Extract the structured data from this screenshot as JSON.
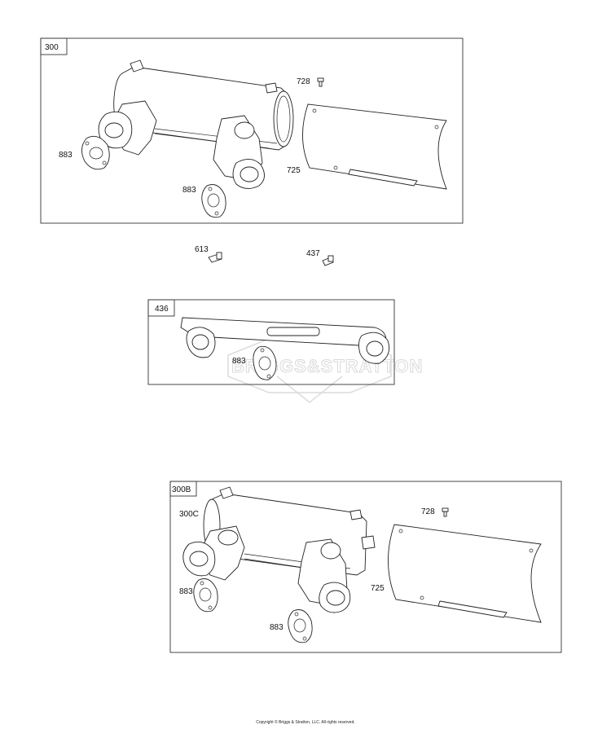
{
  "watermark": {
    "text": "BRIGGS&STRATTON"
  },
  "footer": {
    "copyright": "Copyright © Briggs & Stratton, LLC. All rights reserved."
  },
  "groups": {
    "g300": {
      "box_label": "300",
      "callouts": {
        "bolt_728": "728",
        "gasket_883_left": "883",
        "gasket_883_bottom": "883",
        "shield_725": "725"
      }
    },
    "loose": {
      "screw_613": "613",
      "screw_437": "437"
    },
    "g436": {
      "box_label": "436",
      "callouts": {
        "gasket_883": "883"
      }
    },
    "g300b": {
      "box_label": "300B",
      "callouts": {
        "muffler_300c": "300C",
        "bolt_728": "728",
        "gasket_883_left": "883",
        "gasket_883_bottom": "883",
        "shield_725": "725"
      }
    }
  }
}
